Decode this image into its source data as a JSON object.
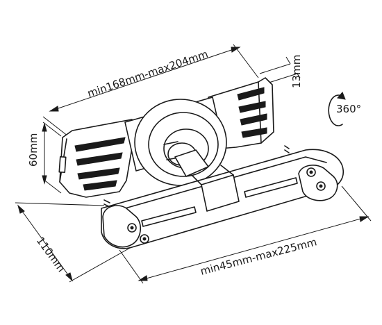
{
  "dimensions": {
    "width_range": "min168mm-max204mm",
    "grip_depth": "13mm",
    "height": "60mm",
    "depth": "110mm",
    "post_range": "min45mm-max225mm"
  },
  "rotation": {
    "label": "360°"
  },
  "icons": [
    "rotate-arrow-icon"
  ]
}
